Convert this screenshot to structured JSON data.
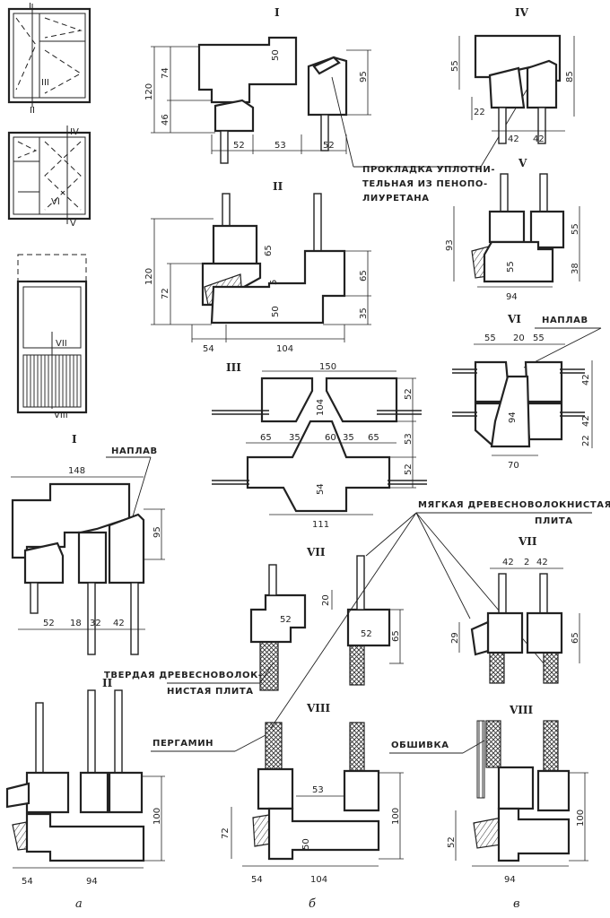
{
  "views": {
    "a": {
      "caption": "а",
      "section_I": "I",
      "section_II": "II",
      "dims_I": [
        "148",
        "95",
        "52",
        "18",
        "32",
        "42"
      ],
      "dims_II": [
        "100",
        "54",
        "94"
      ],
      "labels": {
        "naplav": "НАПЛАВ"
      }
    },
    "b": {
      "caption": "б",
      "section_I": "I",
      "section_II": "II",
      "section_III": "III",
      "section_VII": "VII",
      "section_VIII": "VIII",
      "dims_I": [
        "74",
        "120",
        "46",
        "50",
        "95",
        "52",
        "53",
        "52"
      ],
      "dims_II": [
        "65",
        "120",
        "72",
        "5",
        "65",
        "50",
        "35",
        "54",
        "104"
      ],
      "dims_III": [
        "150",
        "52",
        "104",
        "65",
        "35",
        "60",
        "35",
        "65",
        "53",
        "54",
        "52",
        "111"
      ],
      "dims_VII": [
        "20",
        "52",
        "52",
        "65"
      ],
      "dims_VIII": [
        "53",
        "72",
        "50",
        "100",
        "54",
        "104"
      ],
      "labels": {
        "gasket_line1": "ПРОКЛАДКА УПЛОТНИ-",
        "gasket_line2": "ТЕЛЬНАЯ ИЗ ПЕНОПО-",
        "gasket_line3": "ЛИУРЕТАНА",
        "hard_board_line1": "ТВЕРДАЯ ДРЕВЕСНОВОЛОК-",
        "hard_board_line2": "НИСТАЯ ПЛИТА",
        "pergamin": "ПЕРГАМИН"
      }
    },
    "v": {
      "caption": "в",
      "section_IV": "IV",
      "section_V": "V",
      "section_VI": "VI",
      "section_VII": "VII",
      "section_VIII": "VIII",
      "dims_IV": [
        "55",
        "85",
        "22",
        "42",
        "42"
      ],
      "dims_V": [
        "93",
        "55",
        "55",
        "38",
        "94"
      ],
      "dims_VI": [
        "55",
        "20",
        "55",
        "42",
        "94",
        "42",
        "22",
        "70"
      ],
      "dims_VII": [
        "42",
        "2",
        "42",
        "29",
        "65"
      ],
      "dims_VIII": [
        "52",
        "100",
        "94"
      ],
      "labels": {
        "naplav": "НАПЛАВ",
        "soft_board_line1": "МЯГКАЯ ДРЕВЕСНОВОЛОКНИСТАЯ",
        "soft_board_line2": "ПЛИТА",
        "obshivka": "ОБШИВКА"
      }
    }
  },
  "key_plans": {
    "top_marks": [
      "I",
      "III",
      "II"
    ],
    "mid_marks": [
      "IV",
      "VI",
      "V"
    ],
    "door_marks": [
      "VII",
      "VIII"
    ]
  }
}
